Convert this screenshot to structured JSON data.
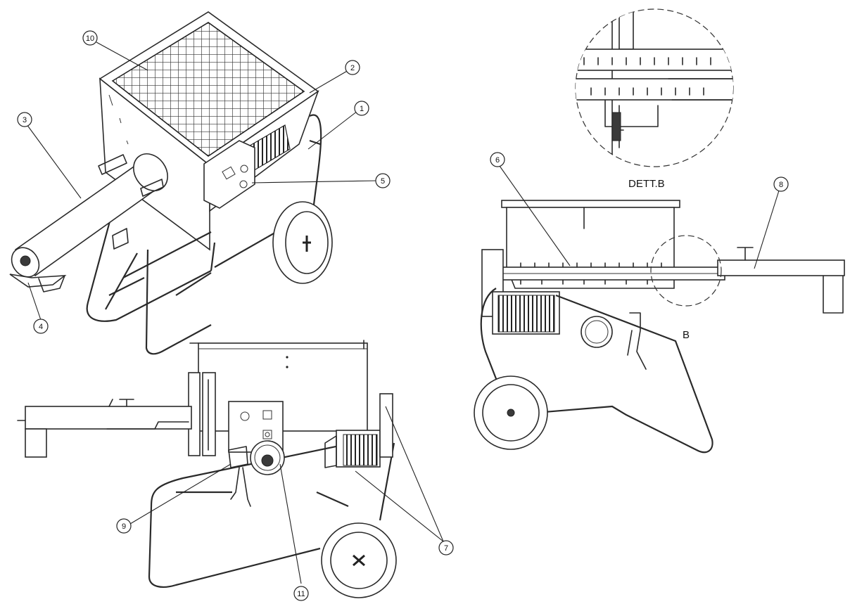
{
  "balloons": {
    "b1": "1",
    "b2": "2",
    "b3": "3",
    "b4": "4",
    "b5": "5",
    "b6": "6",
    "b7": "7",
    "b8": "8",
    "b9": "9",
    "b10": "10",
    "b11": "11"
  },
  "labels": {
    "detail_title": "DETT.B",
    "section_letter": "B"
  }
}
